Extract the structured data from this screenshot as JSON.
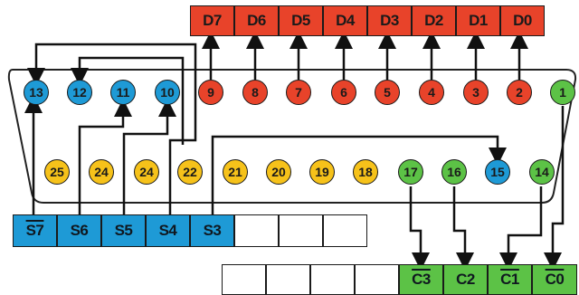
{
  "colors": {
    "data": "#e8432a",
    "status": "#1e9ad6",
    "control": "#5cc246",
    "ground": "#f6c21a",
    "wire": "#111111"
  },
  "data_register": [
    "D7",
    "D6",
    "D5",
    "D4",
    "D3",
    "D2",
    "D1",
    "D0"
  ],
  "status_register": [
    "S7",
    "S6",
    "S5",
    "S4",
    "S3",
    "",
    "",
    ""
  ],
  "control_register": [
    "",
    "",
    "",
    "",
    "C3",
    "C2",
    "C1",
    "C0"
  ],
  "pins_top": [
    {
      "label": "13",
      "group": "status"
    },
    {
      "label": "12",
      "group": "status"
    },
    {
      "label": "11",
      "group": "status"
    },
    {
      "label": "10",
      "group": "status"
    },
    {
      "label": "9",
      "group": "data"
    },
    {
      "label": "8",
      "group": "data"
    },
    {
      "label": "7",
      "group": "data"
    },
    {
      "label": "6",
      "group": "data"
    },
    {
      "label": "5",
      "group": "data"
    },
    {
      "label": "4",
      "group": "data"
    },
    {
      "label": "3",
      "group": "data"
    },
    {
      "label": "2",
      "group": "data"
    },
    {
      "label": "1",
      "group": "control"
    }
  ],
  "pins_bottom": [
    {
      "label": "25",
      "group": "ground"
    },
    {
      "label": "24",
      "group": "ground"
    },
    {
      "label": "24",
      "group": "ground"
    },
    {
      "label": "22",
      "group": "ground"
    },
    {
      "label": "21",
      "group": "ground"
    },
    {
      "label": "20",
      "group": "ground"
    },
    {
      "label": "19",
      "group": "ground"
    },
    {
      "label": "18",
      "group": "ground"
    },
    {
      "label": "17",
      "group": "control"
    },
    {
      "label": "16",
      "group": "control"
    },
    {
      "label": "15",
      "group": "status"
    },
    {
      "label": "14",
      "group": "control"
    }
  ]
}
